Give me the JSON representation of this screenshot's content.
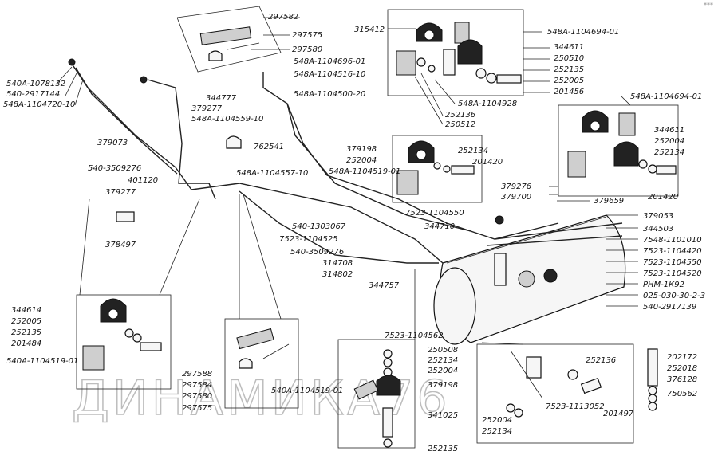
{
  "corner_mark": "***",
  "watermark": "ДИНАМИКА76",
  "labels": [
    {
      "id": "l297582",
      "text": "297582"
    },
    {
      "id": "l297575a",
      "text": "297575"
    },
    {
      "id": "l297580a",
      "text": "297580"
    },
    {
      "id": "l540a1078132",
      "text": "540А-1078132"
    },
    {
      "id": "l5402917144",
      "text": "540-2917144"
    },
    {
      "id": "l548a110472010",
      "text": "548А-1104720-10"
    },
    {
      "id": "l548a1104696",
      "text": "548А-1104696-01"
    },
    {
      "id": "l548a110451610",
      "text": "548А-1104516-10"
    },
    {
      "id": "l344777",
      "text": "344777"
    },
    {
      "id": "l379277a",
      "text": "379277"
    },
    {
      "id": "l548a110450020",
      "text": "548А-1104500-20"
    },
    {
      "id": "l548a110455910",
      "text": "548А-1104559-10"
    },
    {
      "id": "l379073",
      "text": "379073"
    },
    {
      "id": "l762541",
      "text": "762541"
    },
    {
      "id": "l5403509276a",
      "text": "540-3509276"
    },
    {
      "id": "l401120",
      "text": "401120"
    },
    {
      "id": "l379277b",
      "text": "379277"
    },
    {
      "id": "l548a110455710",
      "text": "548А-1104557-10"
    },
    {
      "id": "l378497",
      "text": "378497"
    },
    {
      "id": "l315412",
      "text": "315412"
    },
    {
      "id": "l548a110469401a",
      "text": "548А-1104694-01"
    },
    {
      "id": "l344611a",
      "text": "344611"
    },
    {
      "id": "l250510",
      "text": "250510"
    },
    {
      "id": "l252135a",
      "text": "252135"
    },
    {
      "id": "l252005",
      "text": "252005"
    },
    {
      "id": "l201456",
      "text": "201456"
    },
    {
      "id": "l548a1104928",
      "text": "548А-1104928"
    },
    {
      "id": "l252136a",
      "text": "252136"
    },
    {
      "id": "l250512",
      "text": "250512"
    },
    {
      "id": "l548a110469401b",
      "text": "548А-1104694-01"
    },
    {
      "id": "l379198a",
      "text": "379198"
    },
    {
      "id": "l252004a",
      "text": "252004"
    },
    {
      "id": "l548a110451901a",
      "text": "548А-1104519-01"
    },
    {
      "id": "l252134a",
      "text": "252134"
    },
    {
      "id": "l201420a",
      "text": "201420"
    },
    {
      "id": "l344611b",
      "text": "344611"
    },
    {
      "id": "l252004b",
      "text": "252004"
    },
    {
      "id": "l252134b",
      "text": "252134"
    },
    {
      "id": "l201420b",
      "text": "201420"
    },
    {
      "id": "l379276",
      "text": "379276"
    },
    {
      "id": "l379700",
      "text": "379700"
    },
    {
      "id": "l379659",
      "text": "379659"
    },
    {
      "id": "l7523110455a",
      "text": "7523-1104550"
    },
    {
      "id": "l344710",
      "text": "344710"
    },
    {
      "id": "l5401303067",
      "text": "540-1303067"
    },
    {
      "id": "l7523110452a",
      "text": "7523-1104525"
    },
    {
      "id": "l5403509276b",
      "text": "540-3509276"
    },
    {
      "id": "l314708",
      "text": "314708"
    },
    {
      "id": "l314802",
      "text": "314802"
    },
    {
      "id": "l344757",
      "text": "344757"
    },
    {
      "id": "l379053",
      "text": "379053"
    },
    {
      "id": "l344503",
      "text": "344503"
    },
    {
      "id": "l7548110101",
      "text": "7548-1101010"
    },
    {
      "id": "l7523110442",
      "text": "7523-1104420"
    },
    {
      "id": "l7523110455b",
      "text": "7523-1104550"
    },
    {
      "id": "l7523110452b",
      "text": "7523-1104520"
    },
    {
      "id": "lpnm1k92",
      "text": "РНМ-1К92"
    },
    {
      "id": "l025030",
      "text": "025-030-30-2-3"
    },
    {
      "id": "l5402917139",
      "text": "540-2917139"
    },
    {
      "id": "l344614",
      "text": "344614"
    },
    {
      "id": "l252005b",
      "text": "252005"
    },
    {
      "id": "l252135b",
      "text": "252135"
    },
    {
      "id": "l201484",
      "text": "201484"
    },
    {
      "id": "l540a110451901",
      "text": "540А-1104519-01"
    },
    {
      "id": "l297588",
      "text": "297588"
    },
    {
      "id": "l297584",
      "text": "297584"
    },
    {
      "id": "l297580b",
      "text": "297580"
    },
    {
      "id": "l297575b",
      "text": "297575"
    },
    {
      "id": "l7523110456",
      "text": "7523-1104562"
    },
    {
      "id": "l250508",
      "text": "250508"
    },
    {
      "id": "l252134c",
      "text": "252134"
    },
    {
      "id": "l252004c",
      "text": "252004"
    },
    {
      "id": "l540a110451901b",
      "text": "540А-1104519-01"
    },
    {
      "id": "l379198b",
      "text": "379198"
    },
    {
      "id": "l341025",
      "text": "341025"
    },
    {
      "id": "l252135c",
      "text": "252135"
    },
    {
      "id": "l252136b",
      "text": "252136"
    },
    {
      "id": "l7523111305",
      "text": "7523-1113052"
    },
    {
      "id": "l252004d",
      "text": "252004"
    },
    {
      "id": "l252134d",
      "text": "252134"
    },
    {
      "id": "l202172",
      "text": "202172"
    },
    {
      "id": "l252018",
      "text": "252018"
    },
    {
      "id": "l376128",
      "text": "376128"
    },
    {
      "id": "l750562",
      "text": "750562"
    },
    {
      "id": "l201497",
      "text": "201497"
    }
  ]
}
